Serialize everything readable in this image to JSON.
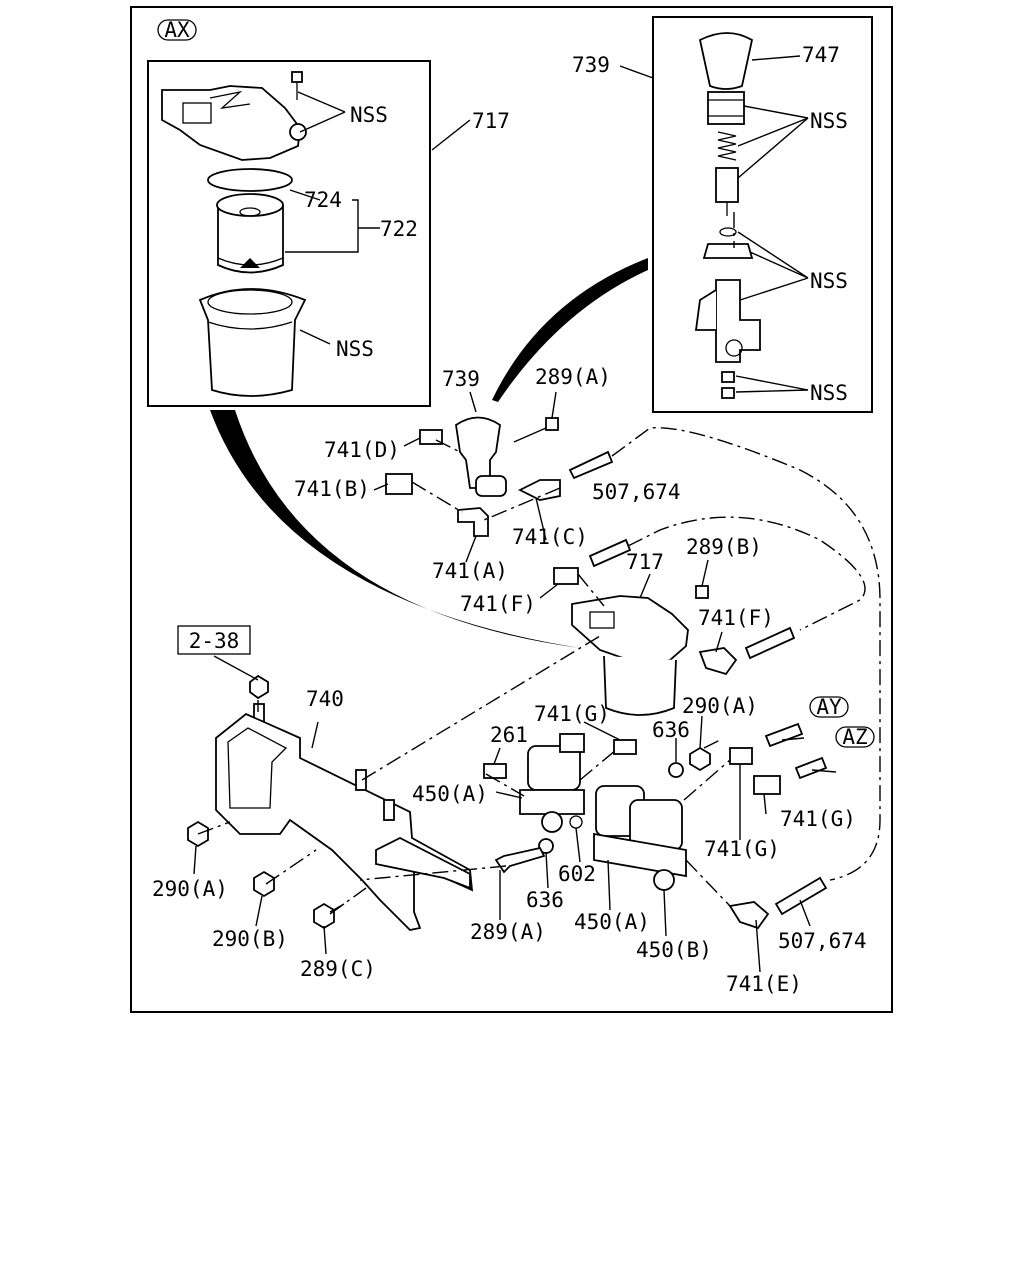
{
  "diagram": {
    "section_tag": "AX",
    "reference_box": "2-38",
    "tags": {
      "ay": "AY",
      "az": "AZ"
    },
    "callouts": {
      "c717_inset": "717",
      "c724": "724",
      "c722": "722",
      "nss_filter_top": "NSS",
      "nss_filter_bowl": "NSS",
      "c739_inset": "739",
      "c747": "747",
      "nss_pump_1": "NSS",
      "nss_pump_2": "NSS",
      "nss_pump_3": "NSS",
      "c739": "739",
      "c289a_top": "289(A)",
      "c741d": "741(D)",
      "c741b": "741(B)",
      "c507_674_top": "507,674",
      "c741c": "741(C)",
      "c741a": "741(A)",
      "c289b": "289(B)",
      "c717": "717",
      "c741f_left": "741(F)",
      "c741f_right": "741(F)",
      "c740": "740",
      "c741g_top": "741(G)",
      "c290a_top": "290(A)",
      "c261": "261",
      "c636_top": "636",
      "c450a_top": "450(A)",
      "c741g_right": "741(G)",
      "c741g_mid": "741(G)",
      "c290a_left": "290(A)",
      "c602": "602",
      "c636_bottom": "636",
      "c290b": "290(B)",
      "c289a_bottom": "289(A)",
      "c450a_bottom": "450(A)",
      "c450b": "450(B)",
      "c507_674_bottom": "507,674",
      "c289c": "289(C)",
      "c741e": "741(E)"
    }
  }
}
